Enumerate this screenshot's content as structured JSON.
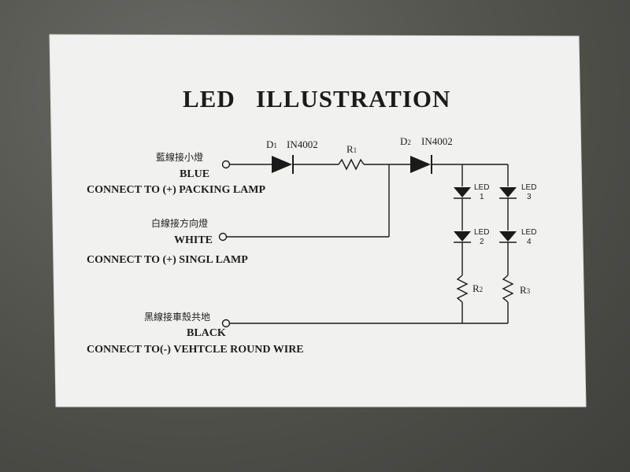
{
  "title": "LED   ILLUSTRATION",
  "inputs": [
    {
      "cn": "藍線接小燈",
      "color": "BLUE",
      "desc": "CONNECT TO (+) PACKING LAMP"
    },
    {
      "cn": "白線接方向燈",
      "color": "WHITE",
      "desc": "CONNECT TO (+) SINGL LAMP"
    },
    {
      "cn": "黑線接車殼共地",
      "color": "BLACK",
      "desc": "CONNECT TO(-) VEHTCLE ROUND WIRE"
    }
  ],
  "components": {
    "d1": {
      "letter": "D",
      "sub": "1",
      "model": "IN4002"
    },
    "d2": {
      "letter": "D",
      "sub": "2",
      "model": "IN4002"
    },
    "r1": {
      "letter": "R",
      "sub": "1"
    },
    "r2": {
      "letter": "R",
      "sub": "2"
    },
    "r3": {
      "letter": "R",
      "sub": "3"
    },
    "leds": [
      {
        "label": "LED",
        "num": "1"
      },
      {
        "label": "LED",
        "num": "2"
      },
      {
        "label": "LED",
        "num": "3"
      },
      {
        "label": "LED",
        "num": "4"
      }
    ]
  }
}
